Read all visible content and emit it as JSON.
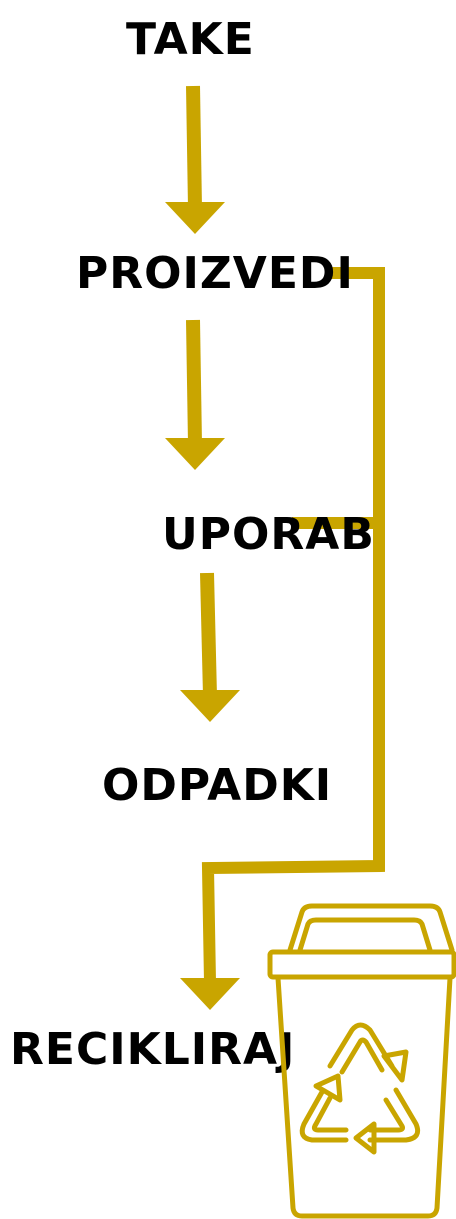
{
  "steps": {
    "take": "TAKE",
    "proizvedi": "PROIZVEDI",
    "uporab": "UPORAB",
    "odpadki": "ODPADKI",
    "recikliraj": "RECIKLIRAJ"
  },
  "colors": {
    "accent": "#c9a500",
    "text": "#000000",
    "background": "#ffffff"
  },
  "icons": {
    "bin": "recycle-bin-icon"
  }
}
